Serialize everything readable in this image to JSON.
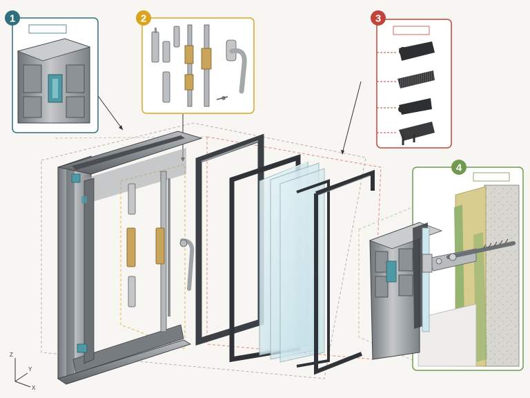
{
  "callouts": [
    {
      "number": "1",
      "color": "#2f6f7e"
    },
    {
      "number": "2",
      "color": "#d9a520"
    },
    {
      "number": "3",
      "color": "#c0443a"
    },
    {
      "number": "4",
      "color": "#6f9a4f"
    }
  ],
  "axes": {
    "z": "Z",
    "y": "Y",
    "x": "X"
  },
  "colors": {
    "background": "#f7f6f2",
    "frame_metal": "#8d9296",
    "dark_metal": "#4b4f53",
    "thermal_break": "#4d9aa6",
    "glass": "#cfe6ec",
    "concrete": "#d9d7d2",
    "insulation": "#d8cc8f",
    "membrane": "#8fb36e",
    "gasket": "#2e2f31"
  },
  "icons": [
    "handle-icon",
    "hinge-icon",
    "gasket-profile-icon",
    "anchor-bolt-icon"
  ]
}
